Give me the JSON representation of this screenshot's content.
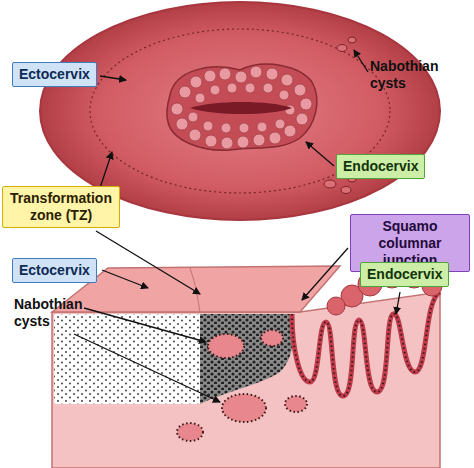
{
  "diagram": {
    "nodes": [
      {
        "text": [
          "Ectocervix"
        ]
      },
      {
        "text": [
          "Endocervix"
        ]
      },
      {
        "text": [
          "Transformation zone (TZ)"
        ]
      },
      {
        "text": [
          "Squamo columnar junction"
        ]
      },
      {
        "text": [
          "Ectocervix"
        ]
      },
      {
        "text": [
          "Endocervix"
        ]
      }
    ],
    "labels": [
      "Nabothian cysts",
      "Nabothian cysts"
    ]
  }
}
